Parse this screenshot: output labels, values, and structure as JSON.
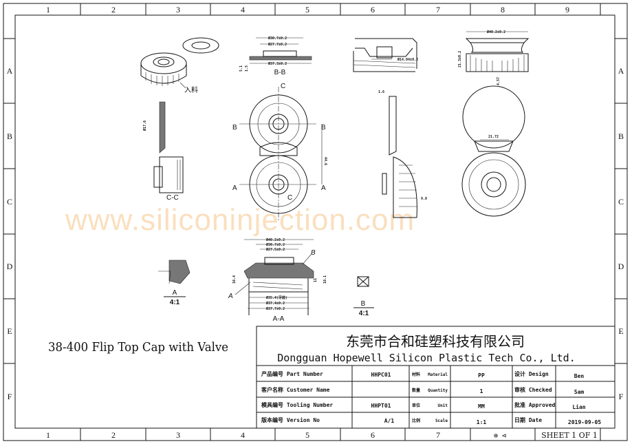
{
  "drawing_title": "38-400 Flip Top Cap with Valve",
  "watermark": "www.siliconinjection.com",
  "grid": {
    "columns": [
      "1",
      "2",
      "3",
      "4",
      "5",
      "6",
      "7",
      "8",
      "9"
    ],
    "rows": [
      "A",
      "B",
      "C",
      "D",
      "E",
      "F"
    ]
  },
  "views": {
    "iso_note": "入料",
    "section_bb": "B-B",
    "section_cc": "C-C",
    "section_aa": "A-A",
    "detail_a": "A",
    "detail_b": "B",
    "detail_scale_a": "4:1",
    "detail_scale_b": "4:1",
    "cut_a": "A",
    "cut_b": "B",
    "cut_c": "C"
  },
  "dimensions": {
    "bb_d1": "Ø30.7±0.2",
    "bb_d2": "Ø27.7±0.2",
    "bb_d3": "Ø37.3±0.2",
    "bb_h1": "5.1",
    "bb_h2": "1.5",
    "valve_d": "Ø14.04±0.2",
    "side_top_d": "Ø40.2±0.2",
    "side_h": "21.3±0.2",
    "side_gap": "4.57",
    "hinge_w": "1.6",
    "plan_h": "44.6",
    "plan_w": "21.72",
    "plan_r": "9.8",
    "aa_d1": "Ø40.2±0.2",
    "aa_d2": "Ø30.7±0.2",
    "aa_d3": "Ø27.5±0.2",
    "aa_d4": "Ø35.4(牙底)",
    "aa_d5": "Ø37.4±0.2",
    "aa_d6": "Ø37.7±0.2",
    "aa_h1": "16.4",
    "aa_h2": "18.1",
    "aa_h3": "11"
  },
  "company": {
    "name_cn": "东莞市合和硅塑科技有限公司",
    "name_en": "Dongguan Hopewell Silicon Plastic Tech Co., Ltd."
  },
  "title_block": {
    "rows": [
      {
        "label": "产品编号 Part Number",
        "value": "HHPC01",
        "label2": "材料",
        "label2_en": "Material",
        "value2": "PP",
        "label3": "设计 Design",
        "value3": "Ben"
      },
      {
        "label": "客户名称 Customer Name",
        "value": "",
        "label2": "数量",
        "label2_en": "Quantity",
        "value2": "1",
        "label3": "审核 Checked",
        "value3": "Sam"
      },
      {
        "label": "模具编号 Tooling Number",
        "value": "HHPT01",
        "label2": "单位",
        "label2_en": "Unit",
        "value2": "MM",
        "label3": "批准 Approved",
        "value3": "Lian"
      },
      {
        "label": "版本编号 Version No",
        "value": "A/1",
        "label2": "比例",
        "label2_en": "Scale",
        "value2": "1:1",
        "label3": "日期  Date",
        "value3": "2019-09-05"
      }
    ],
    "projection_symbol": "⊕ ⊲",
    "sheet": "SHEET 1 OF 1"
  }
}
